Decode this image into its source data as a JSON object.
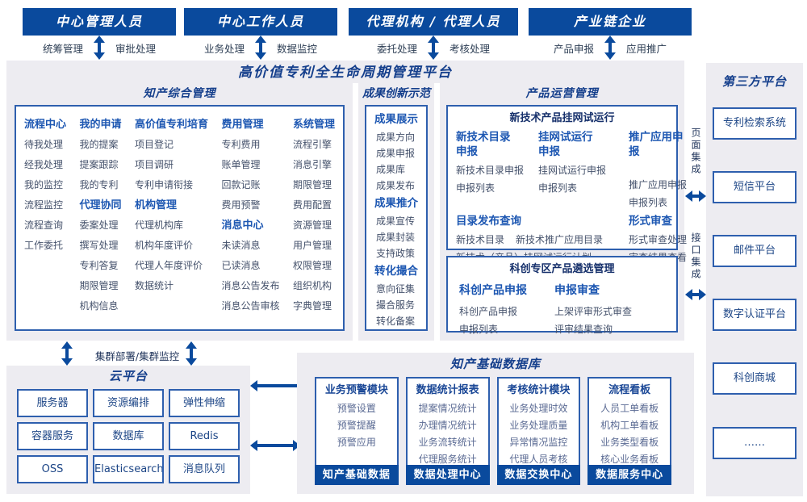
{
  "platform_title": "高价值专利全生命周期管理平台",
  "colors": {
    "primary_blue": "#0a4a9d",
    "navy_title": "#153f8c",
    "group_header_blue": "#1d57b2",
    "box_border_blue": "#2e5fae",
    "panel_background": "#edecf1",
    "item_text": "#44516b",
    "footer_button_bg": "#0a4a9d"
  },
  "actors": [
    {
      "label": "中心管理人员",
      "sub_left": "统筹管理",
      "sub_right": "审批处理"
    },
    {
      "label": "中心工作人员",
      "sub_left": "业务处理",
      "sub_right": "数据监控"
    },
    {
      "label": "代理机构 / 代理人员",
      "sub_left": "委托处理",
      "sub_right": "考核处理"
    },
    {
      "label": "产业链企业",
      "sub_left": "产品申报",
      "sub_right": "应用推广"
    }
  ],
  "ip_mgmt": {
    "title": "知产综合管理",
    "columns": [
      {
        "groups": [
          {
            "title": "流程中心",
            "items": [
              "待我处理",
              "经我处理",
              "我的监控",
              "流程监控",
              "流程查询",
              "工作委托"
            ]
          }
        ]
      },
      {
        "groups": [
          {
            "title": "我的申请",
            "items": [
              "我的提案",
              "提案跟踪",
              "我的专利"
            ]
          },
          {
            "title": "代理协同",
            "items": [
              "委案处理",
              "撰写处理",
              "专利答复",
              "期限管理",
              "机构信息"
            ]
          }
        ]
      },
      {
        "groups": [
          {
            "title": "高价值专利培育",
            "items": [
              "项目登记",
              "项目调研",
              "专利申请衔接"
            ]
          },
          {
            "title": "机构管理",
            "items": [
              "代理机构库",
              "机构年度评价",
              "代理人年度评价",
              "数据统计"
            ]
          }
        ]
      },
      {
        "groups": [
          {
            "title": "费用管理",
            "items": [
              "专利费用",
              "账单管理",
              "回款记账",
              "费用预警"
            ]
          },
          {
            "title": "消息中心",
            "items": [
              "未读消息",
              "已读消息",
              "消息公告发布",
              "消息公告审核"
            ]
          }
        ]
      },
      {
        "groups": [
          {
            "title": "系统管理",
            "items": [
              "流程引擎",
              "消息引擎",
              "期限管理",
              "费用配置",
              "资源管理",
              "用户管理",
              "权限管理",
              "组织机构",
              "字典管理"
            ]
          }
        ]
      }
    ]
  },
  "achievement": {
    "title": "成果创新示范",
    "groups": [
      {
        "title": "成果展示",
        "items": [
          "成果方向",
          "成果申报",
          "成果库",
          "成果发布"
        ]
      },
      {
        "title": "成果推介",
        "items": [
          "成果宣传",
          "成果封装",
          "支持政策"
        ]
      },
      {
        "title": "转化撮合",
        "items": [
          "意向征集",
          "撮合服务",
          "转化备案"
        ]
      }
    ]
  },
  "product_ops": {
    "title": "产品运营管理",
    "box1": {
      "title": "新技术产品挂网试运行",
      "groups": [
        {
          "title": "新技术目录\n申报",
          "items": [
            "新技术目录申报",
            "申报列表"
          ]
        },
        {
          "title": "挂网试运行\n申报",
          "items": [
            "挂网试运行申报",
            "申报列表"
          ]
        },
        {
          "title": "推广应用申报",
          "items": [
            "推广应用申报",
            "申报列表"
          ]
        },
        {
          "title": "目录发布查询",
          "items": [
            "新技术目录",
            "新技术推广应用目录",
            "新技术（产品）挂网试运行计划"
          ]
        },
        {
          "title": "形式审查",
          "items": [
            "形式审查处理",
            "审查结果查看"
          ]
        }
      ]
    },
    "box2": {
      "title": "科创专区产品遴选管理",
      "groups": [
        {
          "title": "科创产品申报",
          "items": [
            "科创产品申报",
            "申报列表"
          ]
        },
        {
          "title": "申报审查",
          "items": [
            "上架评审形式审查",
            "评审结果查询"
          ]
        }
      ]
    }
  },
  "integration": {
    "page_label": "页面集成",
    "api_label": "接口集成"
  },
  "third_party": {
    "title": "第三方平台",
    "items": [
      "专利检索系统",
      "短信平台",
      "邮件平台",
      "数字认证平台",
      "科创商城",
      "……"
    ]
  },
  "cluster_label": "集群部署/集群监控",
  "cloud": {
    "title": "云平台",
    "items": [
      "服务器",
      "资源编排",
      "弹性伸缩",
      "容器服务",
      "数据库",
      "Redis",
      "OSS",
      "Elasticsearch",
      "消息队列"
    ]
  },
  "database": {
    "title": "知产基础数据库",
    "modules": [
      {
        "title": "业务预警模块",
        "items": [
          "预警设置",
          "预警提醒",
          "预警应用"
        ]
      },
      {
        "title": "数据统计报表",
        "items": [
          "提案情况统计",
          "办理情况统计",
          "业务流转统计",
          "代理服务统计"
        ]
      },
      {
        "title": "考核统计模块",
        "items": [
          "业务处理时效",
          "业务处理质量",
          "异常情况监控",
          "代理人员考核"
        ]
      },
      {
        "title": "流程看板",
        "items": [
          "人员工单看板",
          "机构工单看板",
          "业务类型看板",
          "核心业务看板"
        ]
      }
    ],
    "footers": [
      "知产基础数据",
      "数据处理中心",
      "数据交换中心",
      "数据服务中心"
    ]
  }
}
